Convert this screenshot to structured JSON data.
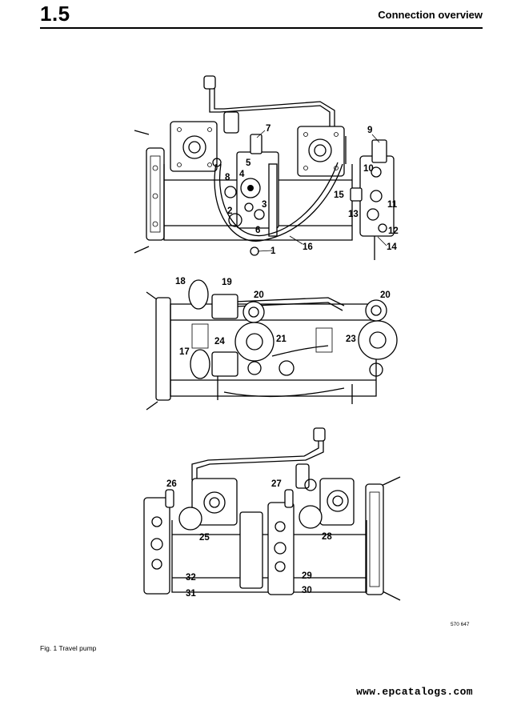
{
  "header": {
    "section": "1.5",
    "title": "Connection overview"
  },
  "labels": {
    "n1": "1",
    "n2": "2",
    "n3": "3",
    "n4": "4",
    "n5": "5",
    "n6": "6",
    "n7": "7",
    "n8": "8",
    "n9": "9",
    "n10": "10",
    "n11": "11",
    "n12": "12",
    "n13": "13",
    "n14": "14",
    "n15": "15",
    "n16": "16",
    "n17": "17",
    "n18": "18",
    "n19": "19",
    "n20a": "20",
    "n20b": "20",
    "n21": "21",
    "n23": "23",
    "n24": "24",
    "n25": "25",
    "n26": "26",
    "n27": "27",
    "n28": "28",
    "n29": "29",
    "n30": "30",
    "n31": "31",
    "n32": "32"
  },
  "figure": {
    "reference": "570 647",
    "caption": "Fig. 1 Travel pump"
  },
  "footer": {
    "url": "www.epcatalogs.com"
  }
}
